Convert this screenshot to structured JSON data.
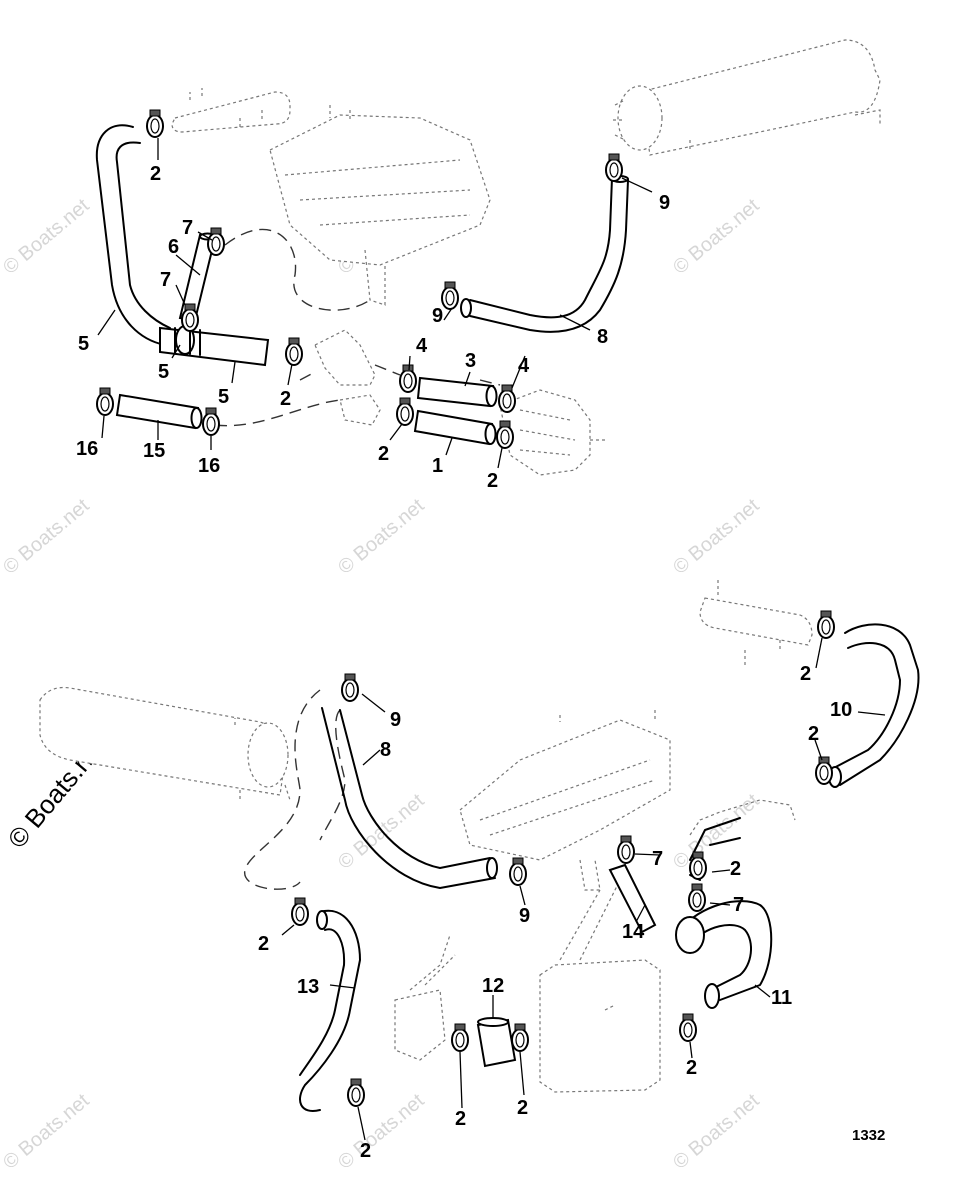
{
  "watermark": {
    "repeated_text": "© Boats.net",
    "side_text": "© Boats.net"
  },
  "figure_number": "1332",
  "callouts": {
    "top": {
      "c2a": "2",
      "c9a": "9",
      "c7a": "7",
      "c6": "6",
      "c7b": "7",
      "c9b": "9",
      "c8": "8",
      "c5a": "5",
      "c5b": "5",
      "c5c": "5",
      "c4a": "4",
      "c3": "3",
      "c4b": "4",
      "c2b": "2",
      "c2c": "2",
      "c2d": "2",
      "c1": "1",
      "c16a": "16",
      "c15": "15",
      "c16b": "16"
    },
    "bottom": {
      "c2a": "2",
      "c10": "10",
      "c9": "9",
      "c8": "8",
      "c2b": "2",
      "c7a": "7",
      "c2c": "2",
      "c7b": "7",
      "c2d": "2",
      "c14": "14",
      "c9b": "9",
      "c13": "13",
      "c12": "12",
      "c11": "11",
      "c2e": "2",
      "c2f": "2",
      "c2g": "2",
      "c2h": "2"
    }
  }
}
